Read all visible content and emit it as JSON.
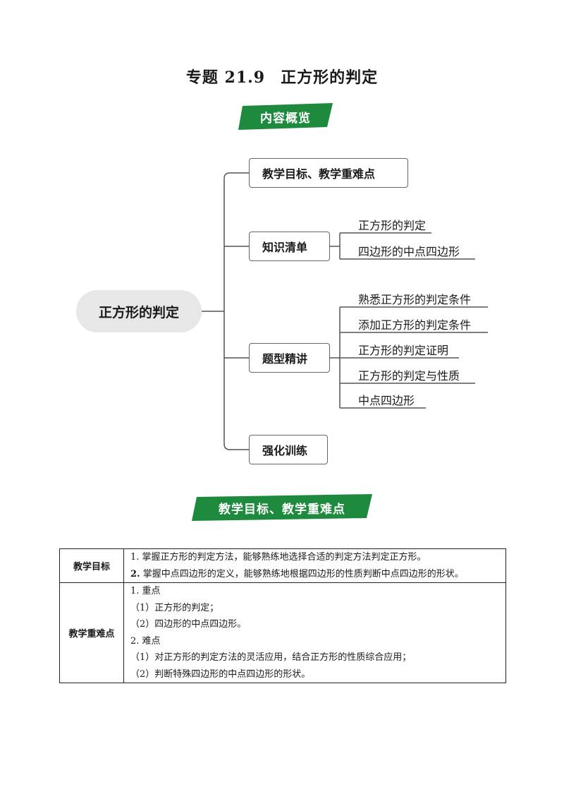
{
  "doc": {
    "title_num": "专题 21.9",
    "title_text": "正方形的判定"
  },
  "banners": {
    "overview": "内容概览",
    "goals": "教学目标、教学重难点",
    "color": "#1d8a3e"
  },
  "mindmap": {
    "root": "正方形的判定",
    "branches": [
      {
        "label": "教学目标、教学重难点",
        "children": []
      },
      {
        "label": "知识清单",
        "children": [
          "正方形的判定",
          "四边形的中点四边形"
        ]
      },
      {
        "label": "题型精讲",
        "children": [
          "熟悉正方形的判定条件",
          "添加正方形的判定条件",
          "正方形的判定证明",
          "正方形的判定与性质",
          "中点四边形"
        ]
      },
      {
        "label": "强化训练",
        "children": []
      }
    ]
  },
  "table": {
    "goals_label": "教学目标",
    "goals": [
      {
        "num": "1.",
        "text": "掌握正方形的判定方法，能够熟练地选择合适的判定方法判定正方形。"
      },
      {
        "num": "2.",
        "text": "掌握中点四边形的定义，能够熟练地根据四边形的性质判断中点四边形的形状。"
      }
    ],
    "key_label": "教学重难点",
    "key_lines": [
      "1. 重点",
      "（1）正方形的判定；",
      "（2）四边形的中点四边形。",
      "2. 难点",
      "（1）对正方形的判定方法的灵活应用，结合正方形的性质综合应用；",
      "（2）判断特殊四边形的中点四边形的形状。"
    ]
  }
}
